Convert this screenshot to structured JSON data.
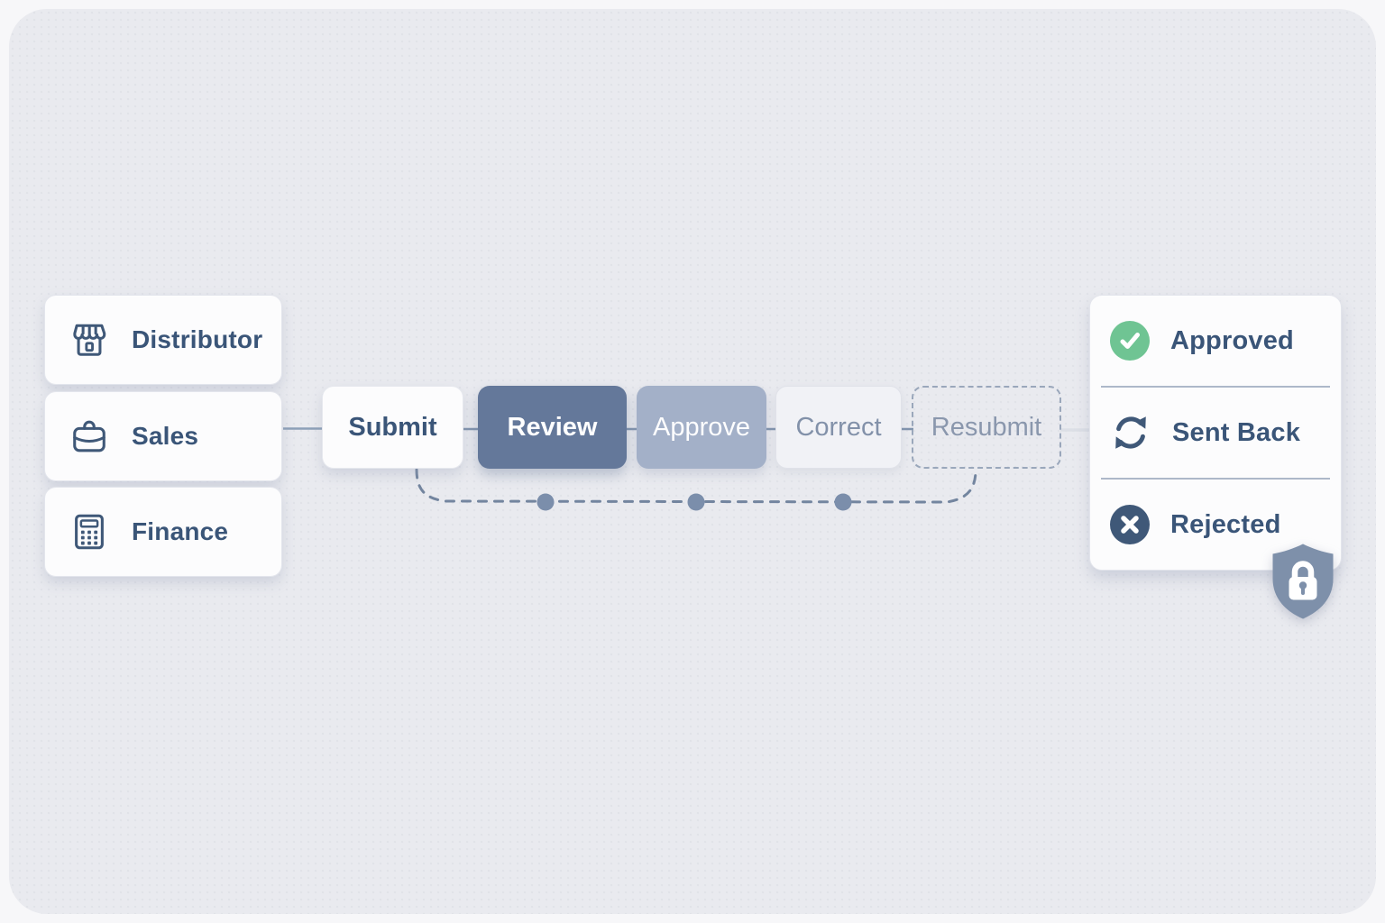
{
  "actors": [
    {
      "label": "Distributor",
      "icon": "storefront-icon"
    },
    {
      "label": "Sales",
      "icon": "briefcase-icon"
    },
    {
      "label": "Finance",
      "icon": "calculator-icon"
    }
  ],
  "stages": [
    {
      "label": "Submit",
      "state": "default"
    },
    {
      "label": "Review",
      "state": "active"
    },
    {
      "label": "Approve",
      "state": "secondary"
    },
    {
      "label": "Correct",
      "state": "muted"
    },
    {
      "label": "Resubmit",
      "state": "optional-dashed"
    }
  ],
  "outcomes": [
    {
      "label": "Approved",
      "icon": "check-circle-icon",
      "color": "#6fc493"
    },
    {
      "label": "Sent Back",
      "icon": "sync-arrows-icon",
      "color": "#3f5878"
    },
    {
      "label": "Rejected",
      "icon": "x-circle-icon",
      "color": "#3f5878"
    }
  ],
  "security": {
    "icon": "shield-lock-icon"
  },
  "colors": {
    "page_bg": "#f7f7f9",
    "panel_bg": "#e9eaef",
    "card_bg": "#fcfcfd",
    "ink": "#3a5578",
    "ink_deep": "#3f5878",
    "stage_active": "#64789a",
    "stage_medium": "#a3b0c8",
    "muted_text": "#8291a9",
    "dash": "#73859f",
    "dot": "#7b8eab",
    "success_green": "#6fc493",
    "shield": "#7e90aa"
  }
}
